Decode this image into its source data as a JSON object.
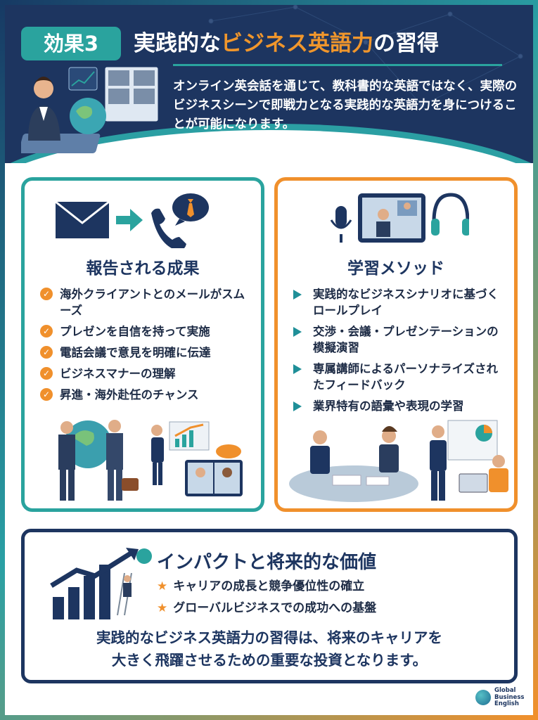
{
  "header": {
    "badge": "効果3",
    "title_pre": "実践的な",
    "title_highlight": "ビジネス英語力",
    "title_post": "の習得",
    "intro": "オンライン英会話を通じて、教科書的な英語ではなく、実際のビジネスシーンで即戦力となる実践的な英語力を身につけることが可能になります。"
  },
  "results_card": {
    "title": "報告される成果",
    "items": [
      "海外クライアントとのメールがスムーズ",
      "プレゼンを自信を持って実施",
      "電話会議で意見を明確に伝達",
      "ビジネスマナーの理解",
      "昇進・海外赴任のチャンス"
    ]
  },
  "method_card": {
    "title": "学習メソッド",
    "items": [
      "実践的なビジネスシナリオに基づくロールプレイ",
      "交渉・会議・プレゼンテーションの模擬演習",
      "専属講師によるパーソナライズされたフィードバック",
      "業界特有の語彙や表現の学習"
    ]
  },
  "impact": {
    "title": "インパクトと将来的な価値",
    "items": [
      "キャリアの成長と競争優位性の確立",
      "グローバルビジネスでの成功への基盤"
    ],
    "conclusion_line1": "実践的なビジネス英語力の習得は、将来のキャリアを",
    "conclusion_line2": "大きく飛躍させるための重要な投資となります。"
  },
  "logo": {
    "line1": "Global",
    "line2": "Business",
    "line3": "English"
  },
  "colors": {
    "navy": "#1d3560",
    "teal": "#2aa39e",
    "orange": "#f0902c"
  }
}
